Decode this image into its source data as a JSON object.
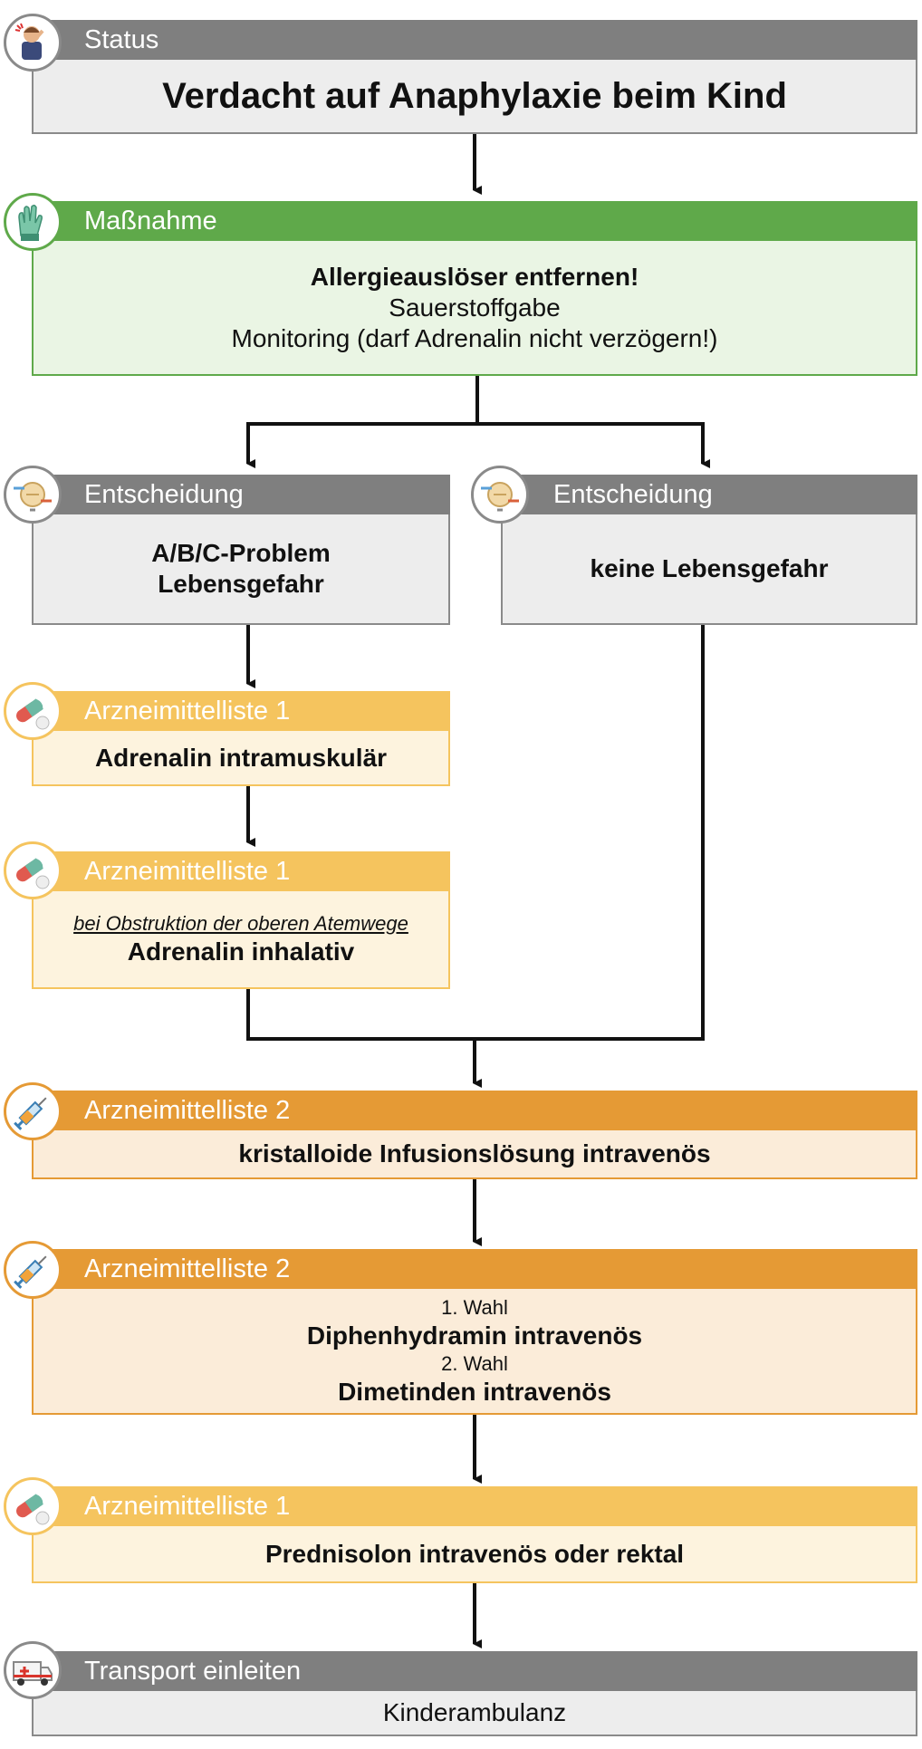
{
  "status": {
    "header": "Status",
    "title": "Verdacht auf Anaphylaxie beim Kind",
    "icon": "sick-child-icon"
  },
  "massnahme": {
    "header": "Maßnahme",
    "line1": "Allergieauslöser entfernen!",
    "line2": "Sauerstoffgabe",
    "line3": "Monitoring (darf Adrenalin nicht verzögern!)",
    "icon": "gloves-icon"
  },
  "decision_left": {
    "header": "Entscheidung",
    "line1": "A/B/C-Problem",
    "line2": "Lebensgefahr",
    "icon": "scale-icon"
  },
  "decision_right": {
    "header": "Entscheidung",
    "line1": "keine Lebensgefahr",
    "icon": "scale-icon"
  },
  "drug_im": {
    "header": "Arzneimittelliste 1",
    "line1": "Adrenalin intramuskulär",
    "icon": "pills-icon"
  },
  "drug_inhal": {
    "header": "Arzneimittelliste 1",
    "note": "bei Obstruktion der oberen Atemwege",
    "line1": "Adrenalin inhalativ",
    "icon": "pills-icon"
  },
  "drug_infusion": {
    "header": "Arzneimittelliste 2",
    "line1": "kristalloide Infusionslösung intravenös",
    "icon": "syringe-icon"
  },
  "drug_antihist": {
    "header": "Arzneimittelliste 2",
    "choice1_label": "1. Wahl",
    "choice1": "Diphenhydramin intravenös",
    "choice2_label": "2. Wahl",
    "choice2": "Dimetinden intravenös",
    "icon": "syringe-icon"
  },
  "drug_pred": {
    "header": "Arzneimittelliste 1",
    "line1": "Prednisolon intravenös oder rektal",
    "icon": "pills-icon"
  },
  "transport": {
    "header": "Transport einleiten",
    "line1": "Kinderambulanz",
    "icon": "ambulance-icon"
  },
  "colors": {
    "gray": "#7f7f7f",
    "green": "#5fa94a",
    "yellow": "#f5c45e",
    "orange": "#e59a35"
  }
}
